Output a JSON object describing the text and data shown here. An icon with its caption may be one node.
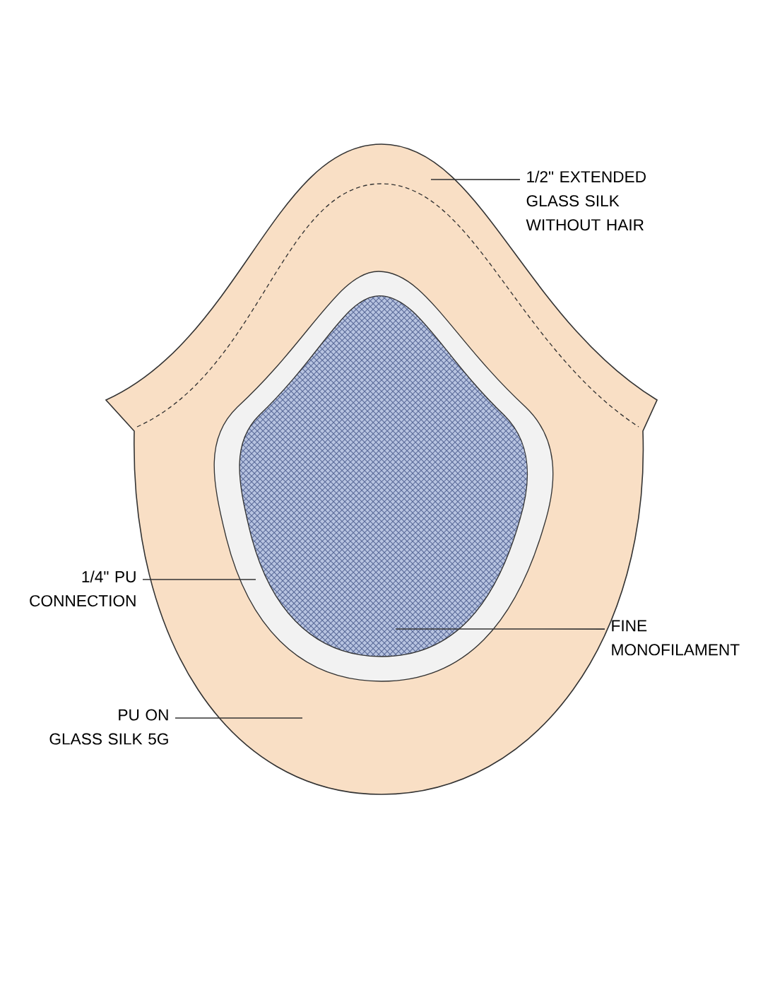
{
  "diagram": {
    "nodes": [
      {
        "text": [
          "1/2\" EXTENDED GLASS SILK WITHOUT HAIR"
        ]
      },
      {
        "text": [
          "1/4\" PU CONNECTION"
        ]
      },
      {
        "text": [
          "FINE MONOFILAMENT"
        ]
      },
      {
        "text": [
          "PU ON GLASS SILK 5G"
        ]
      }
    ],
    "edges": [
      {
        "from": 0,
        "to": null,
        "arrow": "none"
      },
      {
        "from": 1,
        "to": null,
        "arrow": "none"
      },
      {
        "from": 2,
        "to": null,
        "arrow": "none"
      },
      {
        "from": 3,
        "to": null,
        "arrow": "none"
      }
    ]
  }
}
